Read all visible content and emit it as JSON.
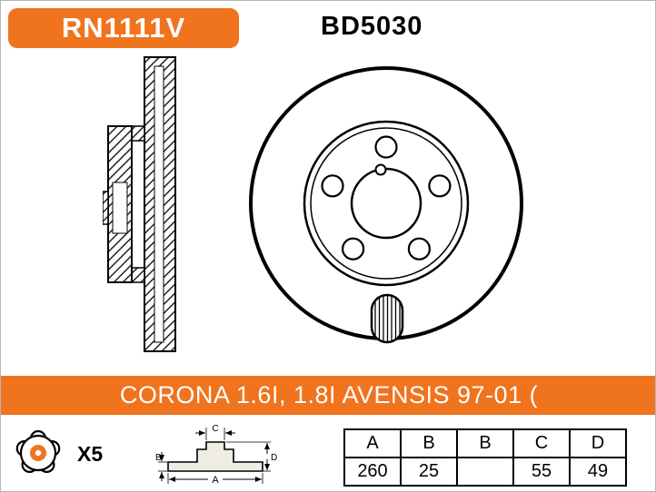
{
  "colors": {
    "accent": "#f0731d"
  },
  "header": {
    "part_number": "RN1111V",
    "reference_code": "BD5030"
  },
  "application": {
    "text": "CORONA 1.6I, 1.8I AVENSIS 97-01 ("
  },
  "footer": {
    "bolt_count": "X5",
    "dimension_labels": {
      "a": "A",
      "b": "B",
      "c": "C",
      "d": "D"
    }
  },
  "table": {
    "headers": [
      "A",
      "B",
      "B",
      "C",
      "D"
    ],
    "values": [
      "260",
      "25",
      "",
      "55",
      "49"
    ]
  }
}
